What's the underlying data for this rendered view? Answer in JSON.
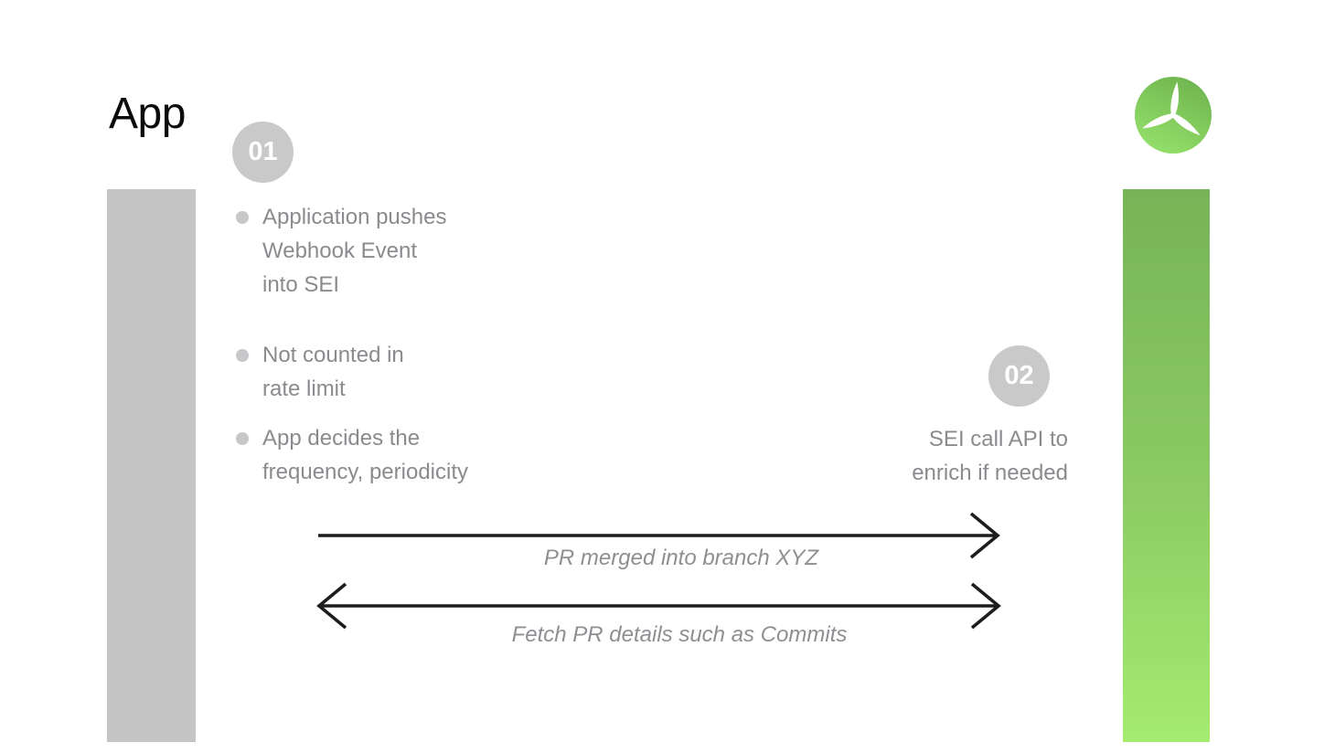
{
  "header": {
    "title": "App"
  },
  "logo": {
    "name": "propeller-logo"
  },
  "colors": {
    "title_text": "#0b0b0b",
    "body_text": "#8a8a8f",
    "badge_bg": "#c9c9ca",
    "badge_text": "#ffffff",
    "bullet_dot": "#c7c7c9",
    "left_bar": "#c5c5c6",
    "green_bar_top": "#76b457",
    "green_bar_bottom": "#a4eb70",
    "logo_green_top": "#6eb54e",
    "logo_green_bottom": "#95e06b",
    "arrow_stroke": "#1d1d1f",
    "arrow_label_text": "#8e8e93"
  },
  "steps": {
    "step1": {
      "number": "01",
      "bullets": [
        "Application pushes\nWebhook Event\ninto SEI",
        "Not counted in\nrate limit",
        "App decides the\nfrequency, periodicity"
      ]
    },
    "step2": {
      "number": "02",
      "note": "SEI call API to\nenrich if needed"
    }
  },
  "arrows": [
    {
      "direction": "right",
      "label": "PR merged into branch XYZ"
    },
    {
      "direction": "both",
      "label": "Fetch PR details such as Commits"
    }
  ]
}
